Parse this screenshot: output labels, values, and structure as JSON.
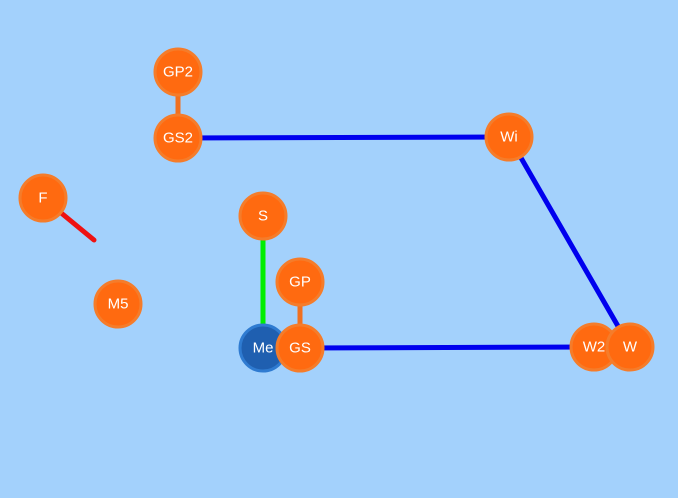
{
  "colors": {
    "background": "#a3d1fc",
    "node_orange": "#ff6a10",
    "node_orange_ring": "#f57c2a",
    "node_blue": "#1f5fb0",
    "node_blue_ring": "#2f7bd1",
    "link_blue": "#0000ee",
    "link_orange": "#f07020",
    "link_green": "#00ee00",
    "link_red": "#ee1111"
  },
  "nodes": [
    {
      "id": "GP2",
      "label": "GP2",
      "style": "orange"
    },
    {
      "id": "GS2",
      "label": "GS2",
      "style": "orange"
    },
    {
      "id": "Wi",
      "label": "Wi",
      "style": "orange"
    },
    {
      "id": "F",
      "label": "F",
      "style": "orange"
    },
    {
      "id": "S",
      "label": "S",
      "style": "orange"
    },
    {
      "id": "GP",
      "label": "GP",
      "style": "orange"
    },
    {
      "id": "M5",
      "label": "M5",
      "style": "orange"
    },
    {
      "id": "Me",
      "label": "Me",
      "style": "blue"
    },
    {
      "id": "GS",
      "label": "GS",
      "style": "orange"
    },
    {
      "id": "W2",
      "label": "W2",
      "style": "orange"
    },
    {
      "id": "W",
      "label": "W",
      "style": "orange"
    }
  ],
  "links": [
    {
      "from": "GP2",
      "to": "GS2",
      "color": "orange"
    },
    {
      "from": "GS2",
      "to": "Wi",
      "color": "blue"
    },
    {
      "from": "Wi",
      "to": "W",
      "color": "blue"
    },
    {
      "from": "GS",
      "to": "W2",
      "color": "blue"
    },
    {
      "from": "GP",
      "to": "GS",
      "color": "orange"
    },
    {
      "from": "S",
      "to": "Me",
      "color": "green"
    },
    {
      "from": "F",
      "to": "dangling",
      "color": "red"
    }
  ]
}
